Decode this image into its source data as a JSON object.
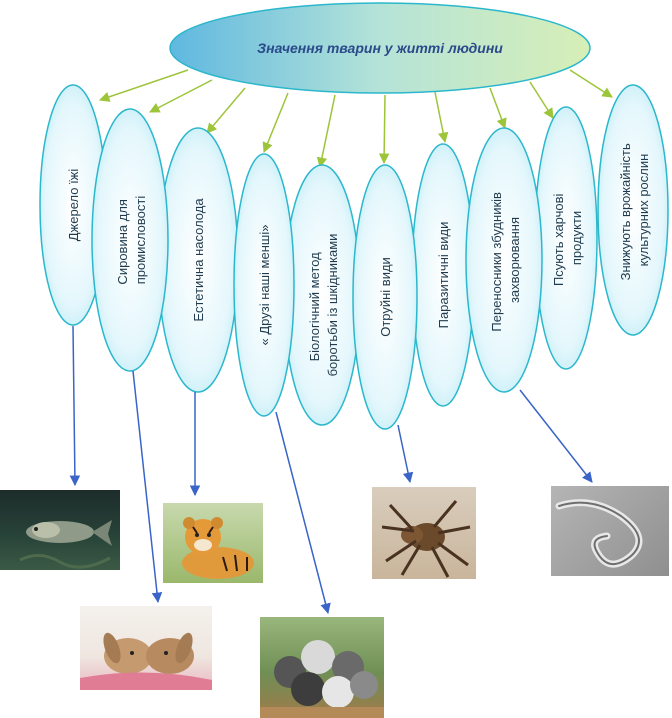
{
  "title": "Значення тварин у житті людини",
  "items": [
    [
      "Джерело їжі"
    ],
    [
      "Сировина для",
      "промисловості"
    ],
    [
      "Естетична насолода"
    ],
    [
      "« Друзі наші менші»"
    ],
    [
      "Біологічний метод",
      "боротьби із шкідниками"
    ],
    [
      "Отруйні види"
    ],
    [
      "Паразитичні види"
    ],
    [
      "Переносники збудників",
      "захворювання"
    ],
    [
      "Псують харчові",
      "продукти"
    ],
    [
      "Знижують врожайність",
      "культурних рослин"
    ]
  ],
  "photos": [
    "fish-photo",
    "rabbits-photo",
    "tiger-cub-photo",
    "kittens-photo",
    "spider-photo",
    "worm-photo"
  ],
  "colors": {
    "title_fill": "#9fd8d8",
    "ellipse_fill": "#dff6fb",
    "ellipse_stroke": "#2bb7cc",
    "green_arrow": "#9cc53a",
    "blue_arrow": "#3a64c8"
  }
}
